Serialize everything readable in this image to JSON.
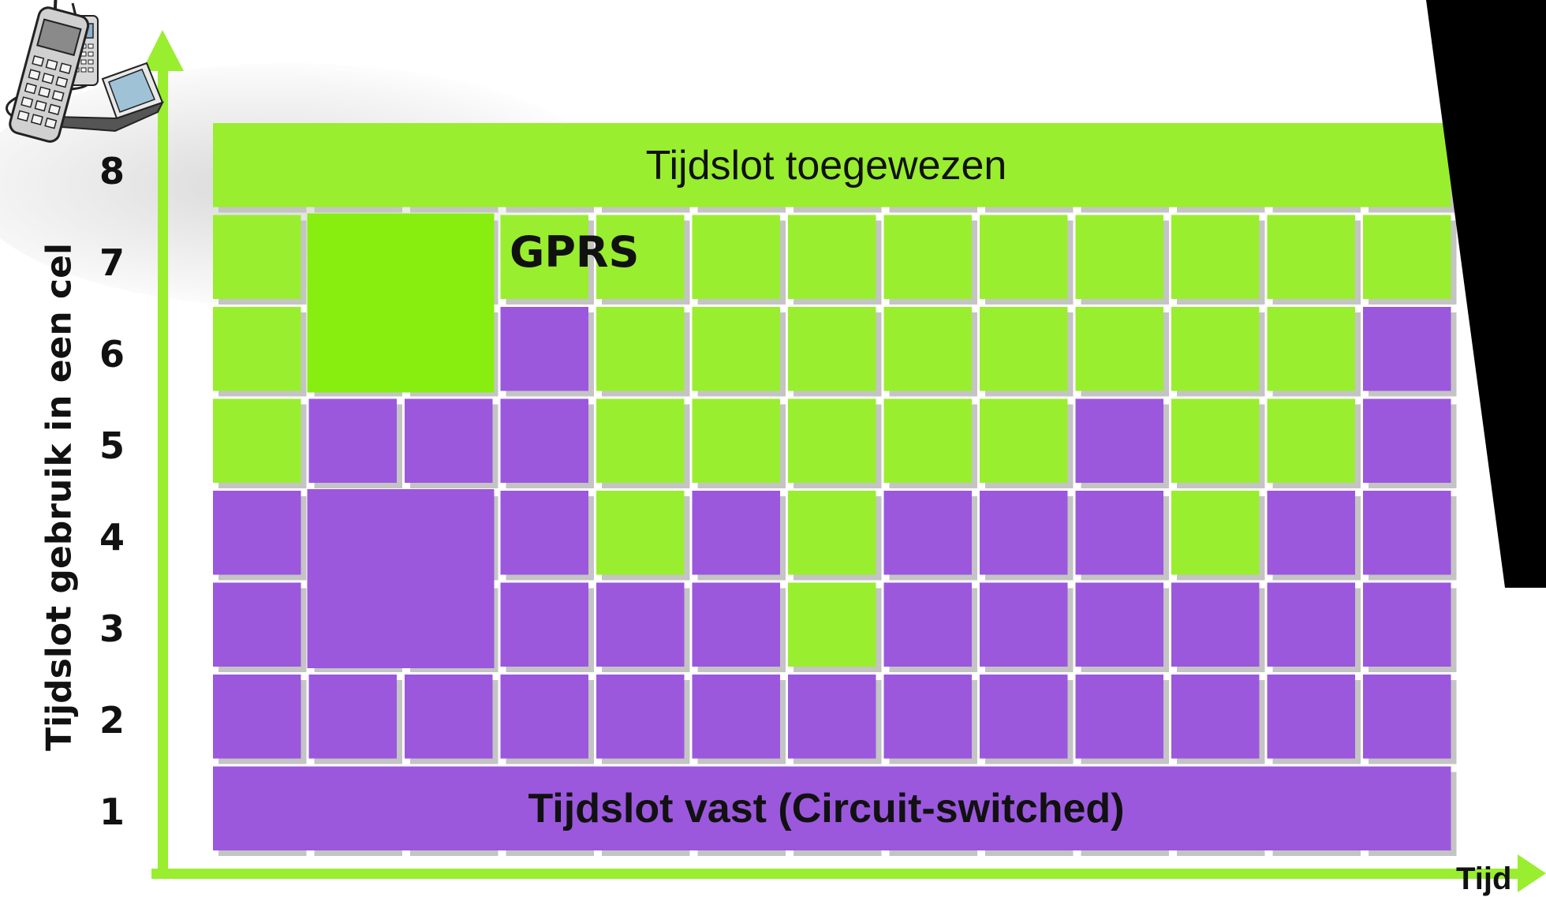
{
  "rows": [
    "1",
    "2",
    "3",
    "4",
    "5",
    "6",
    "7",
    "8"
  ],
  "y_axis_label": "Tijdslot gebruik in een cel",
  "x_axis_label": "Tijd",
  "band_labels": {
    "top": "Tijdslot toegewezen",
    "bottom": "Tijdslot vast (Circuit-switched)"
  },
  "gprs_label": "GPRS",
  "grid": {
    "columns": 13,
    "row_order": "bottom-to-top",
    "cell_types": [
      [
        "P",
        "P",
        "P",
        "P",
        "P",
        "P",
        "P",
        "P",
        "P",
        "P",
        "P",
        "P",
        "P"
      ],
      [
        "P",
        "P",
        "P",
        "P",
        "P",
        "P",
        "P",
        "P",
        "P",
        "P",
        "P",
        "P",
        "P"
      ],
      [
        "P",
        "P",
        "P",
        "P",
        "P",
        "P",
        "G",
        "P",
        "P",
        "P",
        "P",
        "P",
        "P"
      ],
      [
        "P",
        "P",
        "P",
        "P",
        "G",
        "P",
        "G",
        "P",
        "P",
        "P",
        "G",
        "P",
        "P"
      ],
      [
        "G",
        "P",
        "P",
        "P",
        "G",
        "G",
        "G",
        "G",
        "G",
        "P",
        "G",
        "G",
        "P"
      ],
      [
        "G",
        "G",
        "G",
        "P",
        "G",
        "G",
        "G",
        "G",
        "G",
        "G",
        "G",
        "G",
        "P"
      ],
      [
        "G",
        "G",
        "G",
        "G",
        "G",
        "G",
        "G",
        "G",
        "G",
        "G",
        "G",
        "G",
        "G"
      ],
      [
        "G",
        "G",
        "G",
        "G",
        "G",
        "G",
        "G",
        "G",
        "G",
        "G",
        "G",
        "G",
        "G"
      ]
    ],
    "merged_rows": [
      "1",
      "8"
    ]
  },
  "icons": [
    "mobile-phone-with-laptop-icon",
    "mobile-phone-icon"
  ],
  "colors": {
    "green": "#99ee2f",
    "purple": "#9b58dd",
    "cell_shadow": "#c4c4c4",
    "axis": "#99ee2f"
  }
}
